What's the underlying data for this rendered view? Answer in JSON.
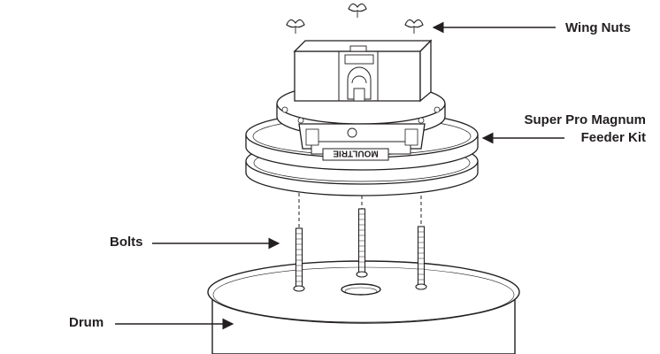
{
  "labels": {
    "wing_nuts": "Wing Nuts",
    "feeder_kit_line1": "Super Pro Magnum",
    "feeder_kit_line2": "Feeder Kit",
    "bolts": "Bolts",
    "drum": "Drum"
  },
  "brand_mark": "MOULTRIE",
  "colors": {
    "line": "#231f20",
    "fill": "#ffffff",
    "shade": "#d9d9d9"
  }
}
